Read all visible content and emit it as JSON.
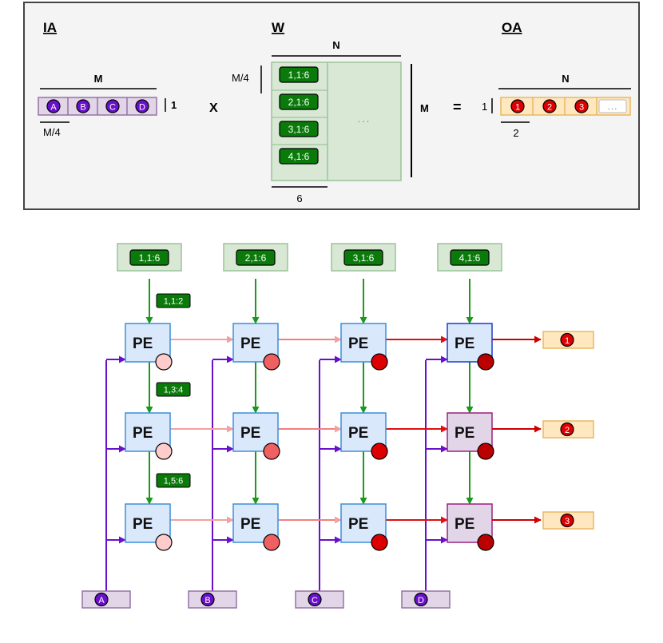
{
  "top": {
    "ia": {
      "title": "IA",
      "label_m": "M",
      "label_m4": "M/4",
      "label_1": "1",
      "items": [
        "A",
        "B",
        "C",
        "D"
      ]
    },
    "times": "X",
    "w": {
      "title": "W",
      "label_n": "N",
      "label_m4": "M/4",
      "label_m": "M",
      "label_6": "6",
      "blocks": [
        "1,1:6",
        "2,1:6",
        "3,1:6",
        "4,1:6"
      ],
      "ellipsis": "..."
    },
    "equals": "=",
    "oa": {
      "title": "OA",
      "label_n": "N",
      "label_1": "1",
      "label_2": "2",
      "items": [
        "1",
        "2",
        "3"
      ],
      "ellipsis": "..."
    }
  },
  "array": {
    "weight_inputs": [
      "1,1:6",
      "2,1:6",
      "3,1:6",
      "4,1:6"
    ],
    "chunk_labels": [
      "1,1:2",
      "1,3:4",
      "1,5:6"
    ],
    "pe_label": "PE",
    "activation_inputs": [
      "A",
      "B",
      "C",
      "D"
    ],
    "outputs": [
      "1",
      "2",
      "3"
    ]
  },
  "colors": {
    "green_block": "#0a7a0a",
    "green_arrow": "#1a9a1a",
    "purple": "#6a10cc",
    "pe_fill": "#dae8fc",
    "pe_border": "#3a8fd8",
    "pink_arrow": "#f4a0a0",
    "red_arrow": "#e01010",
    "orange_box": "#e8b860"
  }
}
